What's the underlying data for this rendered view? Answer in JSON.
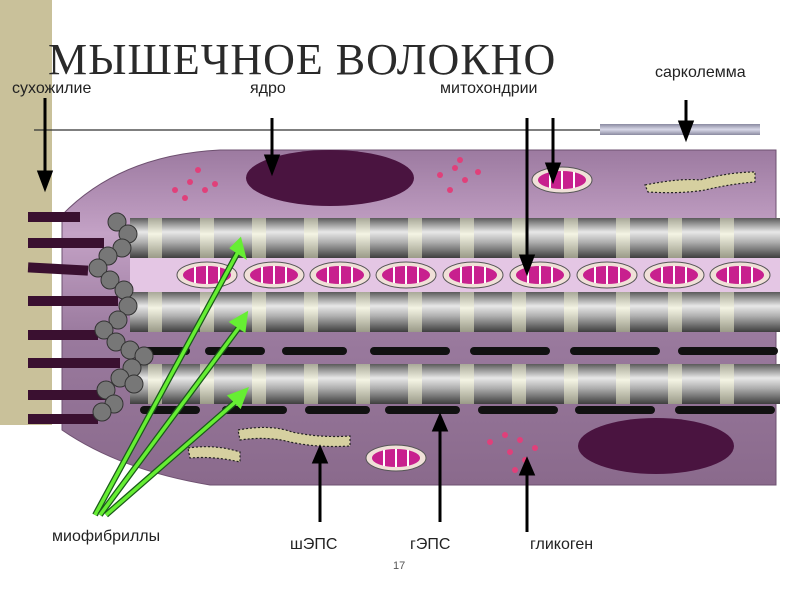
{
  "title": "МЫШЕЧНОЕ ВОЛОКНО",
  "labels": {
    "tendon": "сухожилие",
    "nucleus": "ядро",
    "mitochondria": "митохондрии",
    "sarcolemma": "сарколемма",
    "myofibrils": "миофибриллы",
    "smooth_er": "шЭПС",
    "rough_er": "гЭПС",
    "glycogen": "гликоген"
  },
  "page_number": "17",
  "colors": {
    "tendon": "#c9c19a",
    "fiber_body": "#8c6a8e",
    "fiber_light": "#c8a8c8",
    "nucleus": "#4a1440",
    "mitochondria": "#c8208e",
    "glycogen": "#e0407a",
    "myofibril_arrow": "#66ee33",
    "er_smooth": "#d6d0a0"
  }
}
